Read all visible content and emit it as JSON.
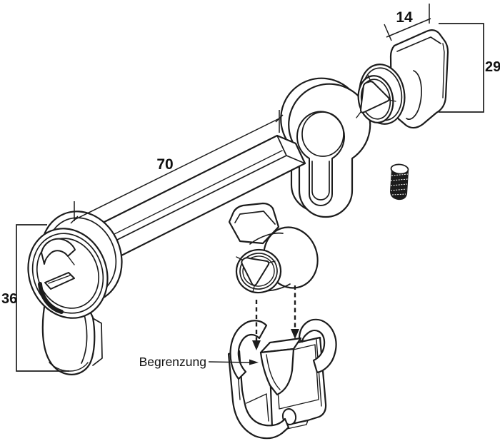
{
  "figure": {
    "background": "#ffffff",
    "line_color": "#1c1c1c",
    "dimensions": {
      "knob_width": "14",
      "knob_height": "29",
      "spindle_length": "70",
      "cylinder_length": "36"
    },
    "labels": {
      "limit_stop": "Begrenzung"
    },
    "parts": [
      "euro-cylinder-thumbturn",
      "square-spindle-shaft",
      "euro-profile-escutcheon",
      "wing-knob-outer",
      "grub-screw",
      "wing-knob-inner",
      "limit-stop-clip"
    ]
  }
}
